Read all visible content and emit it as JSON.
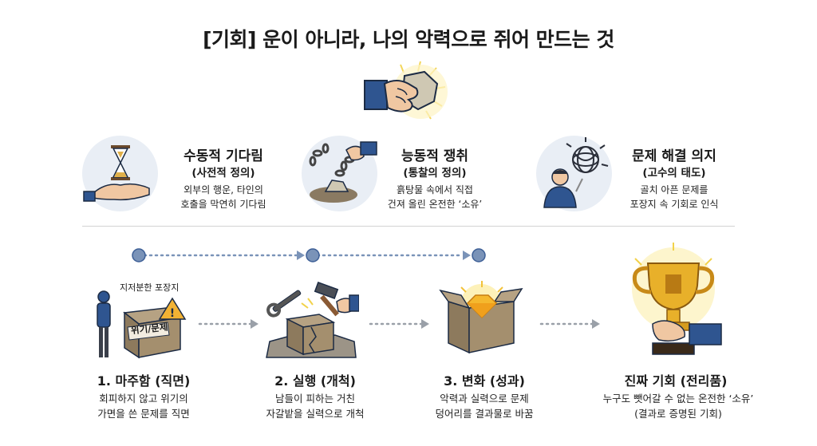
{
  "title": "[기회] 운이 아니라, 나의 악력으로 쥐어 만드는 것",
  "icons": {
    "top": "fist-gripping-rock-icon",
    "concept_1": "hourglass-on-hand-icon",
    "concept_2": "hand-pulling-chain-from-mud-icon",
    "concept_3": "person-with-tangled-knot-icon",
    "step_1": "person-facing-box-icon",
    "step_2": "hammer-wrench-breaking-box-icon",
    "step_3": "open-box-gem-icon",
    "final": "hand-holding-trophy-icon"
  },
  "concepts": [
    {
      "title": "수동적 기다림",
      "subtitle": "(사전적 정의)",
      "desc": [
        "외부의 행운, 타인의",
        "호출을 막연히 기다림"
      ]
    },
    {
      "title": "능동적 쟁취",
      "subtitle": "(통찰의 정의)",
      "desc": [
        "흙탕물 속에서 직접",
        "건져 올린 온전한 ‘소유’"
      ]
    },
    {
      "title": "문제 해결 의지",
      "subtitle": "(고수의 태도)",
      "desc": [
        "골치 아픈 문제를",
        "포장지 속 기회로 인식"
      ]
    }
  ],
  "steps": [
    {
      "title": "1. 마주함 (직면)",
      "desc": [
        "회피하지 않고 위기의",
        "가면을 쓴 문제를 직면"
      ],
      "label_top": "지저분한 포장지",
      "box_label": "위기/문제"
    },
    {
      "title": "2. 실행 (개척)",
      "desc": [
        "남들이 피하는 거친",
        "자갈밭을 실력으로 개척"
      ]
    },
    {
      "title": "3. 변화 (성과)",
      "desc": [
        "악력과 실력으로 문제",
        "덩어리를 결과물로 바꿈"
      ]
    },
    {
      "title": "진짜 기회 (전리품)",
      "desc": [
        "누구도 뺏어갈 수 없는 온전한 ‘소유’",
        "(결과로 증명된 기회)"
      ]
    }
  ],
  "colors": {
    "accent_blue": "#3d5f96",
    "gold": "#e8b02a",
    "circle_bg": "#e9eef5",
    "dot": "#7a93b8"
  }
}
